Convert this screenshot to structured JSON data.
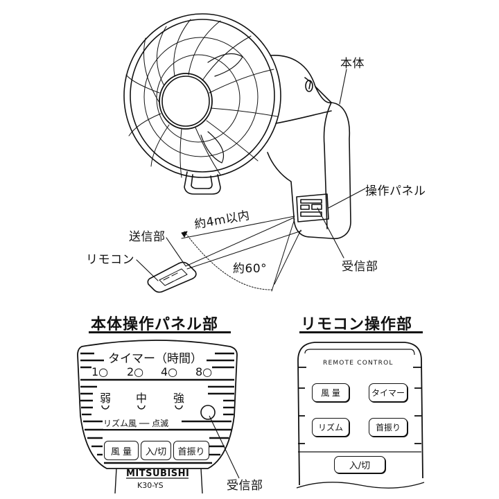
{
  "labels": {
    "main_body": "本体",
    "control_panel": "操作パネル",
    "receiver": "受信部",
    "transmitter": "送信部",
    "remote": "リモコン",
    "distance": "約4m以内",
    "angle": "約60°"
  },
  "sections": {
    "panel_title": "本体操作パネル部",
    "remote_title": "リモコン操作部"
  },
  "panel": {
    "timer_heading": "タイマー（時間）",
    "timer_options": [
      "1○",
      "2○",
      "4○",
      "8○"
    ],
    "speeds": [
      "弱",
      "中",
      "強"
    ],
    "rhythm_note": "リズム風 ── 点滅",
    "buttons": [
      "風 量",
      "入/切",
      "首振り"
    ],
    "brand": "MITSUBISHI",
    "model": "K30-YS",
    "receiver_label": "受信部"
  },
  "remote_panel": {
    "header": "REMOTE CONTROL",
    "buttons": [
      "風 量",
      "タイマー",
      "リズム",
      "首振り"
    ],
    "power": "入/切"
  }
}
